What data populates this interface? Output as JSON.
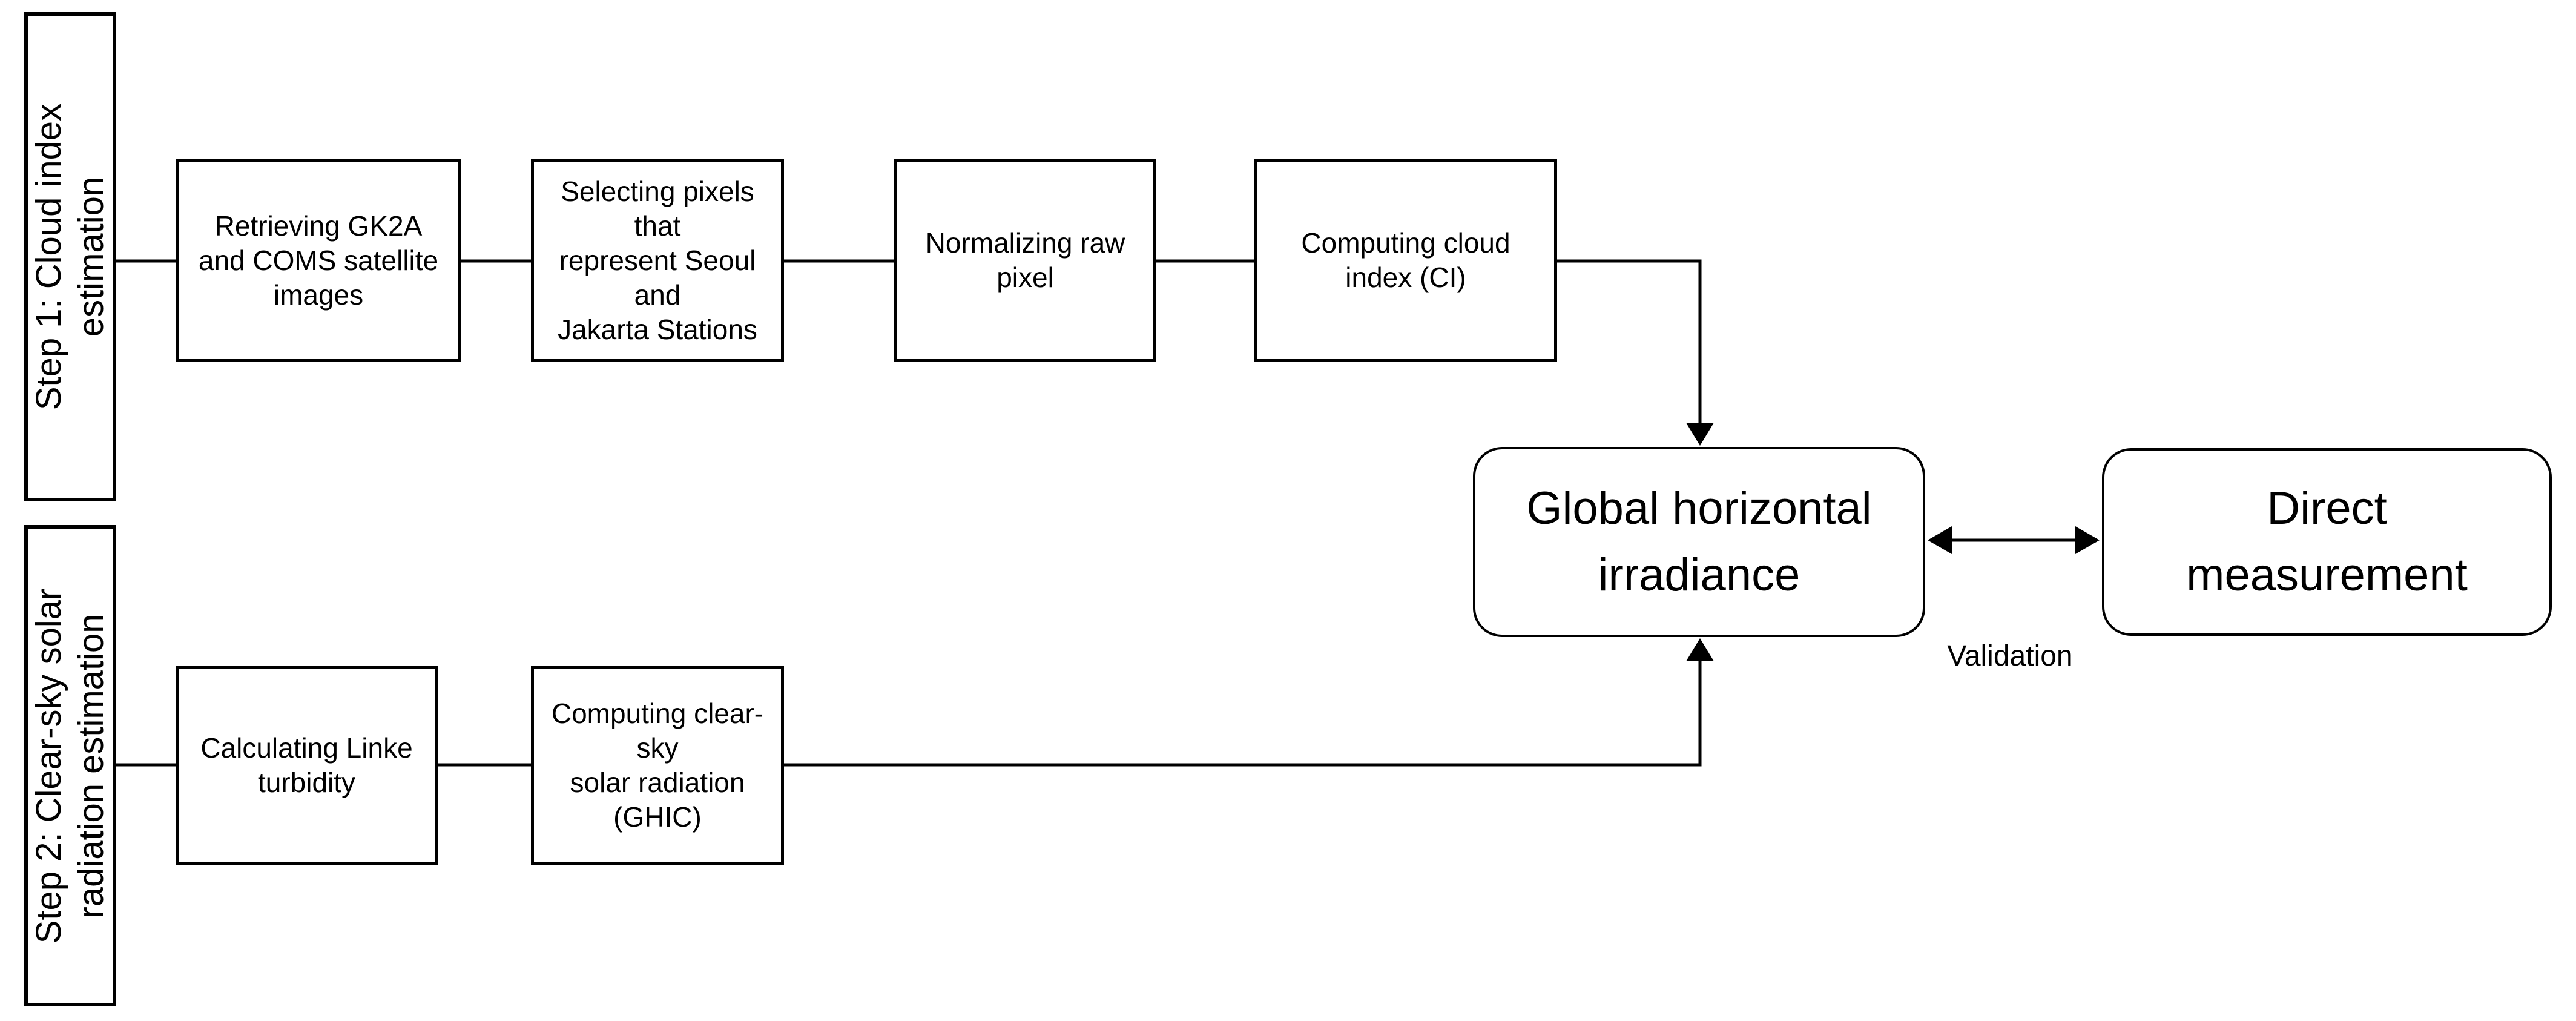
{
  "figure": {
    "type": "flowchart",
    "background": "#ffffff",
    "line_color": "#000000",
    "text_color": "#000000"
  },
  "nodes": {
    "step1": "Step 1: Cloud index\nestimation",
    "step2": "Step 2: Clear-sky solar\nradiation estimation",
    "retrieving": "Retrieving GK2A\nand COMS satellite\nimages",
    "selecting": "Selecting pixels that\nrepresent Seoul and\nJakarta Stations",
    "normalizing": "Normalizing raw\npixel",
    "cloud_index": "Computing cloud\nindex (CI)",
    "linke": "Calculating Linke\nturbidity",
    "clear_sky": "Computing clear-sky\nsolar radiation\n(GHIC)",
    "ghi": "Global horizontal\nirradiance",
    "direct": "Direct\nmeasurement",
    "validation": "Validation"
  }
}
